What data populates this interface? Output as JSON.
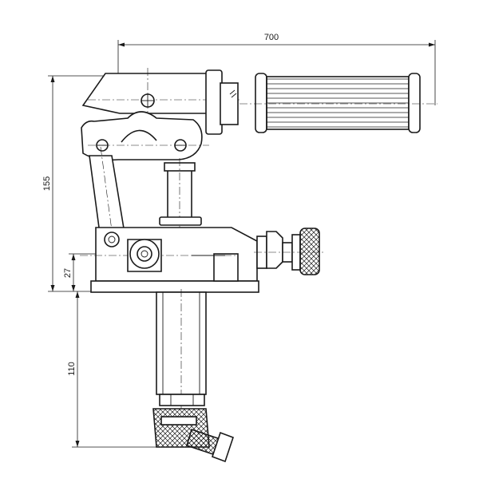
{
  "dimensions": {
    "overall_length": "700",
    "total_height": "155",
    "base_height": "27",
    "stem_length": "110"
  },
  "colors": {
    "line": "#1a1a1a",
    "background": "#ffffff"
  }
}
